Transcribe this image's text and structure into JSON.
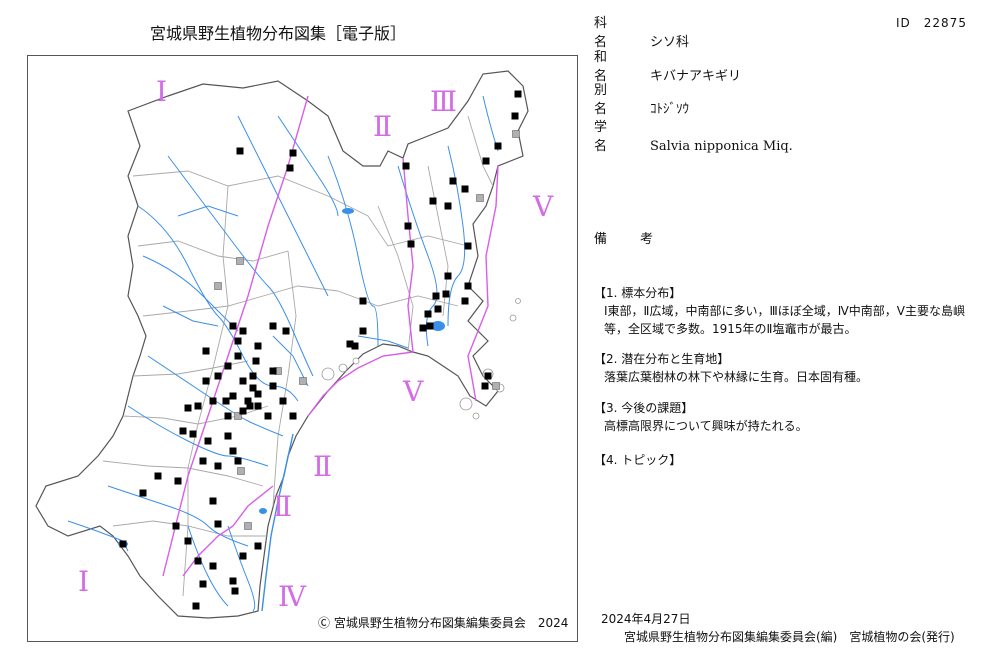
{
  "header": {
    "title": "宮城県野生植物分布図集［電子版］"
  },
  "species": {
    "family_label": "科　名",
    "family": "シソ科",
    "japanese_label": "和　名",
    "japanese": "キバナアキギリ",
    "alias_label": "別　名",
    "alias": "ｺﾄｼﾞｿｳ",
    "scientific_label": "学　名",
    "scientific": "Salvia nipponica Miq.",
    "id": "ID　22875"
  },
  "notes": {
    "label": "備　考",
    "sections": [
      {
        "heading": "【1. 標本分布】",
        "body": "Ⅰ東部，Ⅱ広域，中南部に多い，Ⅲほぼ全域，Ⅳ中南部，Ⅴ主要な島嶼等，全区域で多数。1915年のⅡ塩竈市が最古。"
      },
      {
        "heading": "【2. 潜在分布と生育地】",
        "body": "落葉広葉樹林の林下や林縁に生育。日本固有種。"
      },
      {
        "heading": "【3. 今後の課題】",
        "body": "高標高限界について興味が持たれる。"
      },
      {
        "heading": "【4. トピック】",
        "body": ""
      }
    ]
  },
  "map": {
    "region_labels": [
      "Ⅰ",
      "Ⅱ",
      "Ⅲ",
      "Ⅱ",
      "Ⅴ",
      "Ⅴ",
      "Ⅱ",
      "Ⅰ",
      "Ⅳ"
    ],
    "copyright": "Ⓒ 宮城県野生植物分布図集編集委員会　2024",
    "colors": {
      "rivers": "#3a8fe8",
      "region_border": "#d85ee8",
      "municipal_border": "#a8a8a8",
      "record": "#000000",
      "old_record": "#b0b0b0",
      "label": "#d36ce6"
    }
  },
  "footer": {
    "date": "2024年4月27日",
    "publisher": "宮城県野生植物分布図集編集委員会(編)　宮城植物の会(発行)"
  }
}
